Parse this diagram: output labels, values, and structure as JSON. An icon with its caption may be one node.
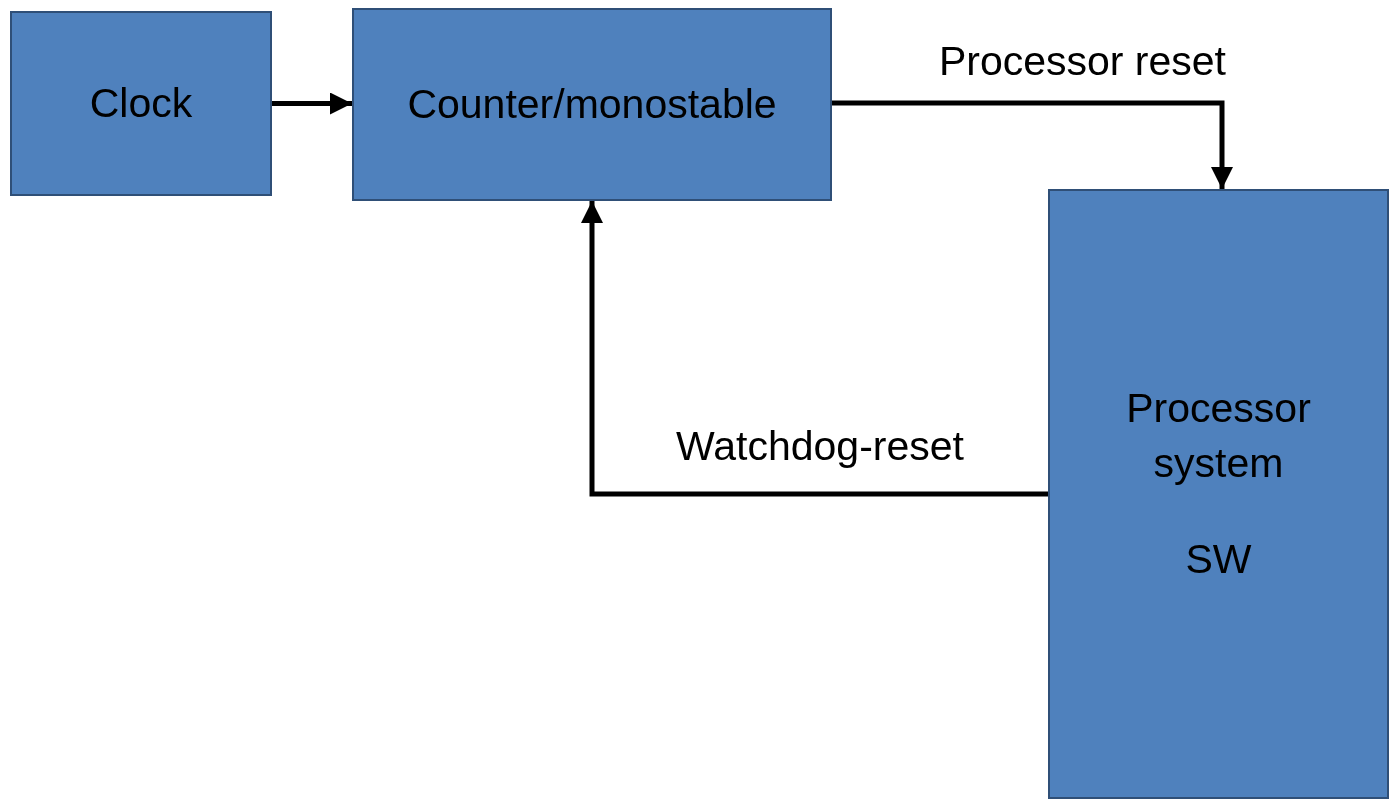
{
  "diagram": {
    "nodes": [
      {
        "text": [
          "Clock"
        ]
      },
      {
        "text": [
          "Counter/monostable"
        ]
      },
      {
        "text": [
          "Processor system",
          "SW"
        ]
      }
    ],
    "edges": [
      {
        "from": 0,
        "to": 1,
        "arrow": "to"
      },
      {
        "from": 1,
        "to": 2,
        "arrow": "to",
        "label": "Processor reset"
      },
      {
        "from": 2,
        "to": 1,
        "arrow": "to",
        "label": "Watchdog-reset"
      }
    ]
  }
}
